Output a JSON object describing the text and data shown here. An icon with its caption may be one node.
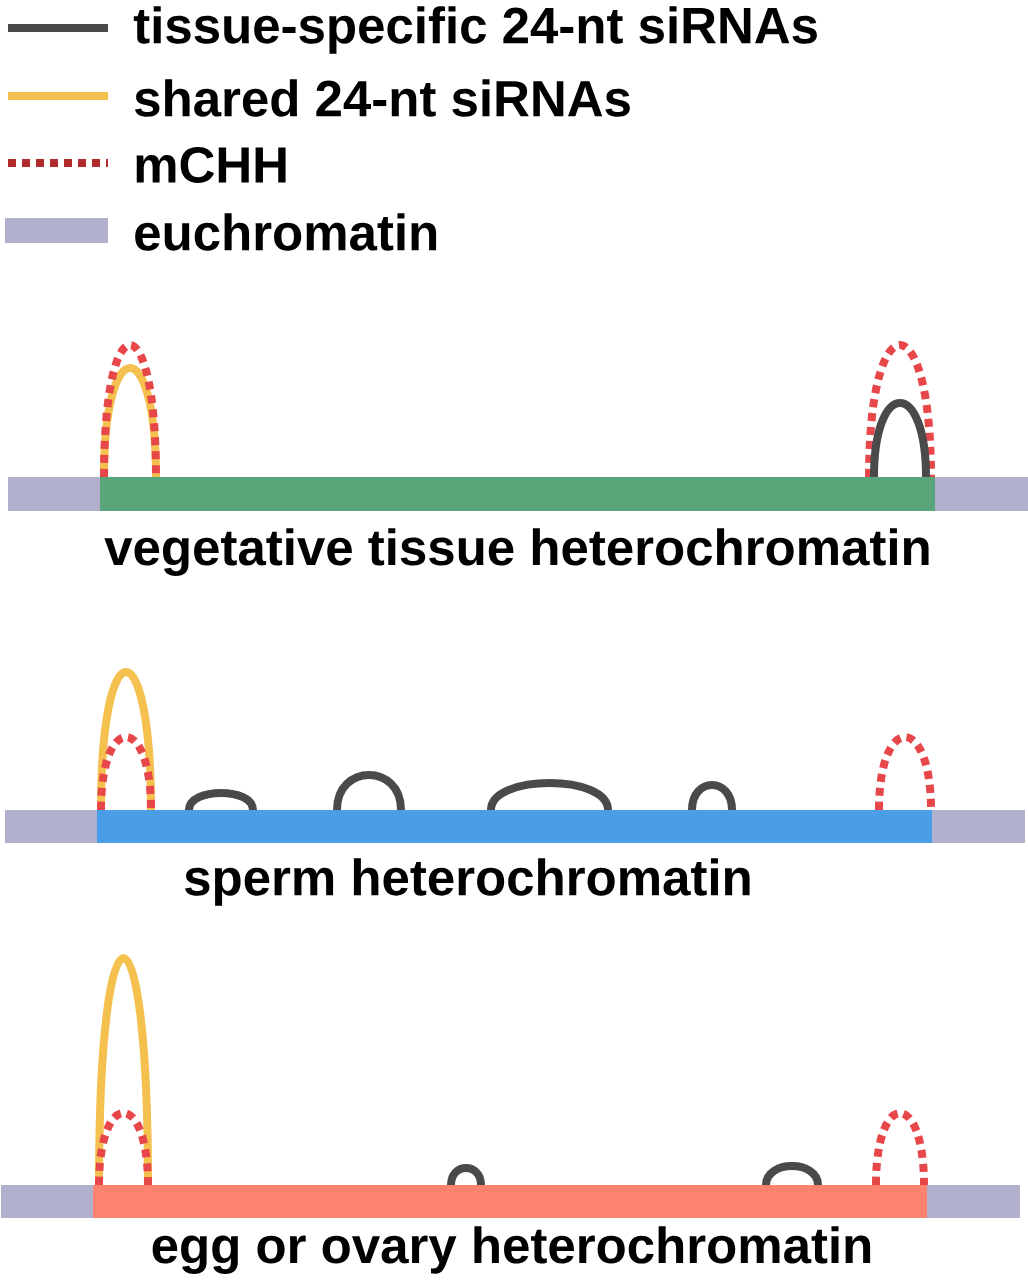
{
  "diagram": {
    "nodes": [
      {
        "text": [
          "vegetative tissue heterochromatin"
        ]
      },
      {
        "text": [
          "sperm heterochromatin"
        ]
      },
      {
        "text": [
          "egg or ovary heterochromatin"
        ]
      }
    ],
    "legend": [
      {
        "text": "tissue-specific 24-nt siRNAs"
      },
      {
        "text": "shared 24-nt siRNAs"
      },
      {
        "text": "mCHH"
      },
      {
        "text": "euchromatin",
        "color": "#b0b0cc"
      }
    ]
  }
}
